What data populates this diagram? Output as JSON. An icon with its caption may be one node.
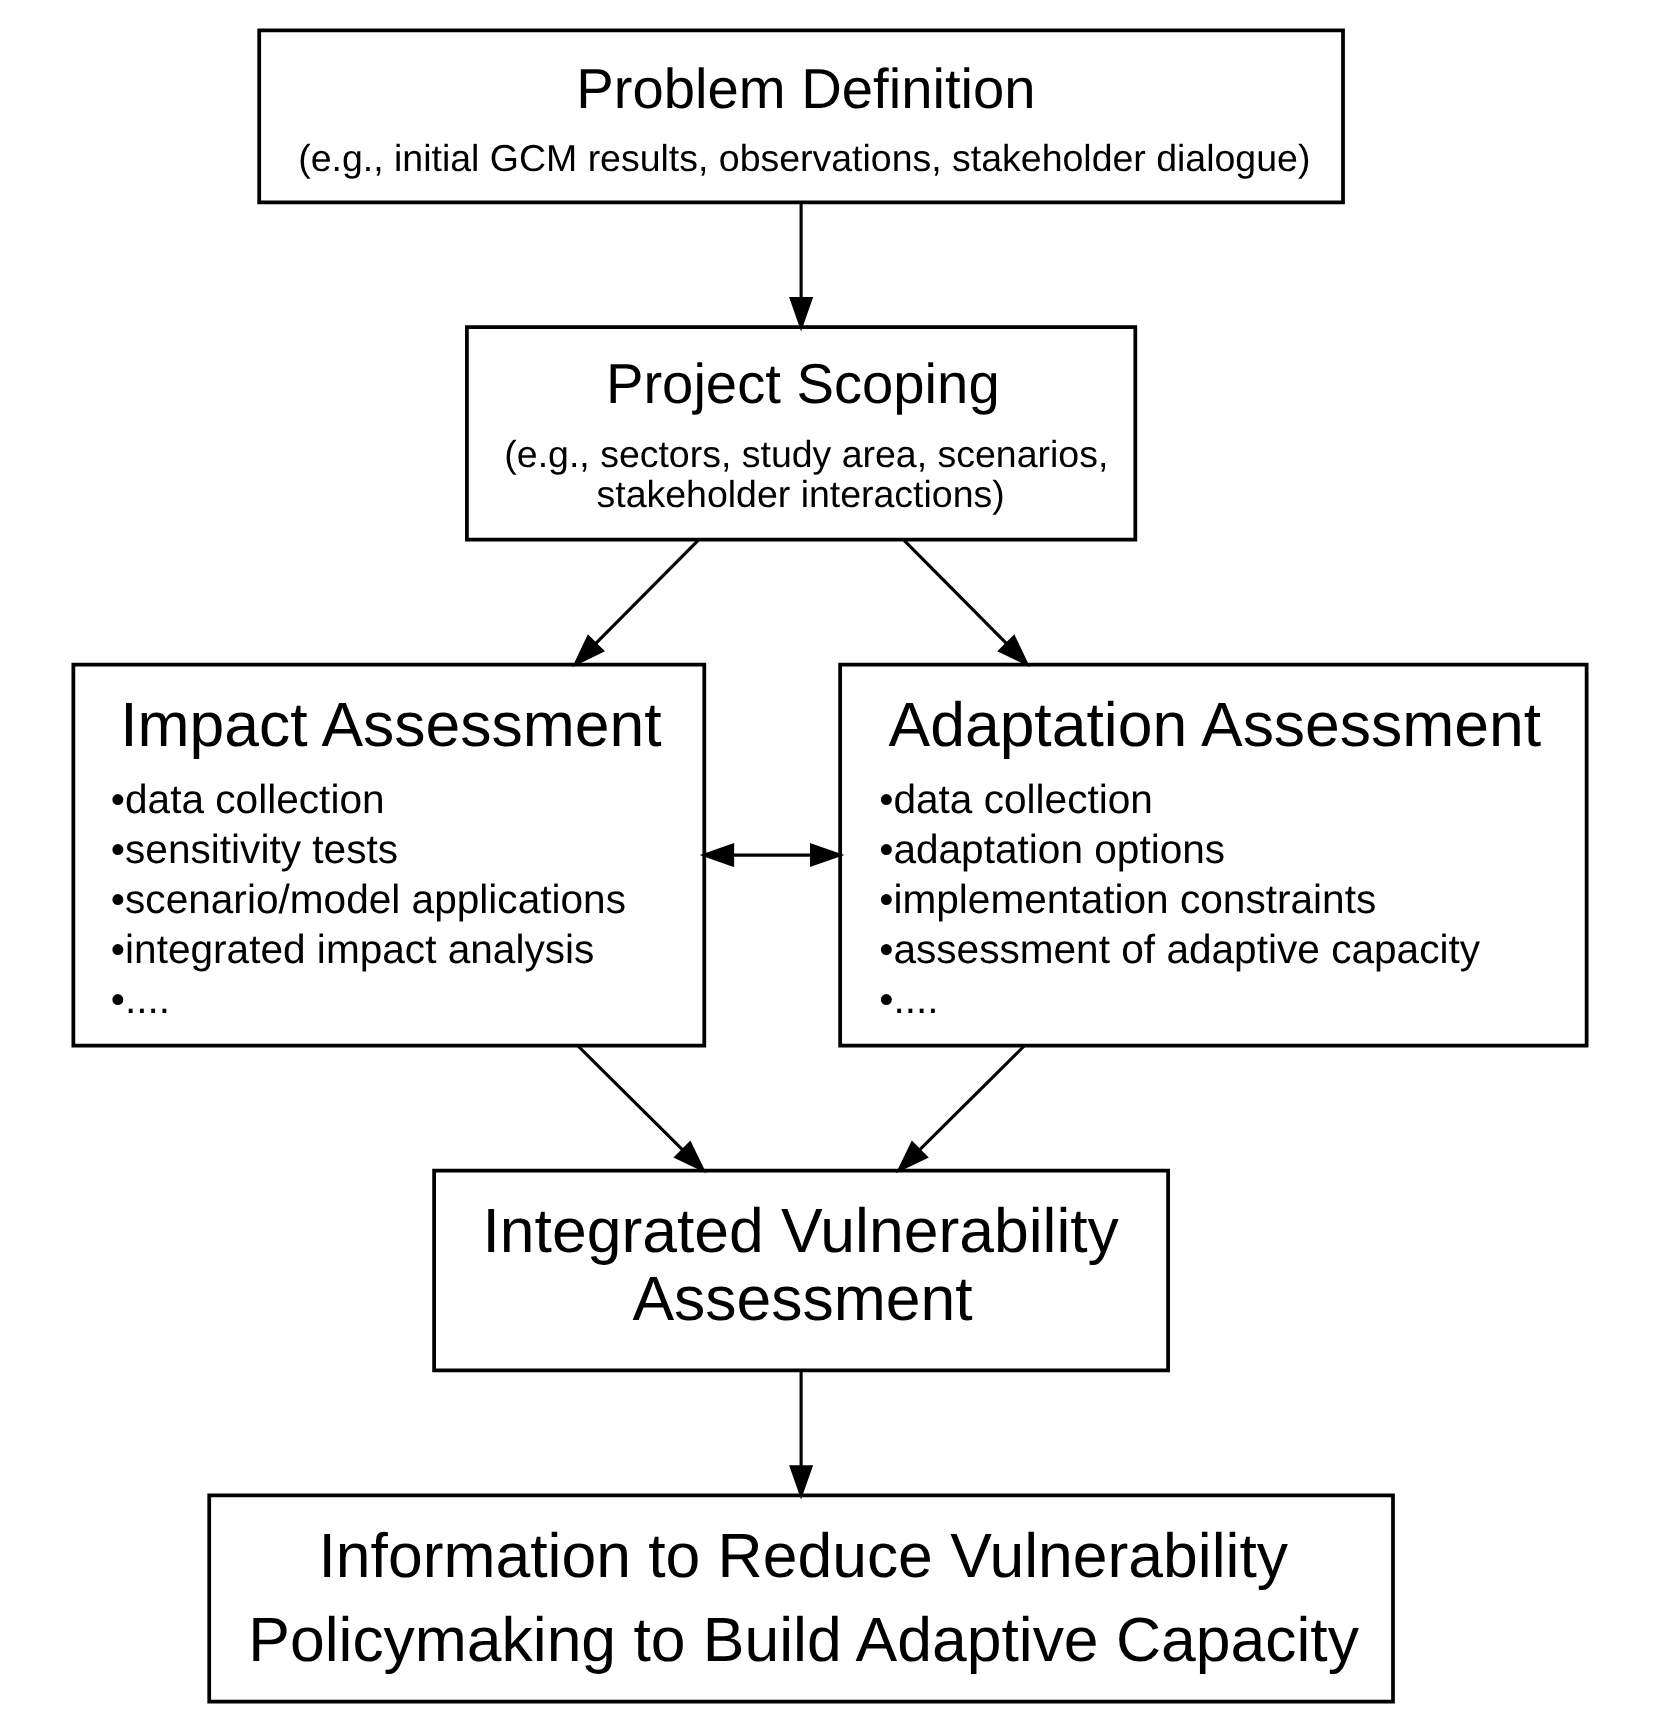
{
  "diagram": {
    "nodes": [
      {
        "text": [
          "Problem Definition",
          "(e.g., initial GCM results, observations, stakeholder dialogue)"
        ]
      },
      {
        "text": [
          "Project Scoping",
          "(e.g., sectors, study area, scenarios, stakeholder interactions)"
        ]
      },
      {
        "text": [
          "Impact Assessment",
          "•data collection",
          "•sensitivity tests",
          "•scenario/model applications",
          "•integrated impact analysis",
          "•...."
        ]
      },
      {
        "text": [
          "Adaptation Assessment",
          "•data collection",
          "•adaptation options",
          "•implementation constraints",
          "•assessment of adaptive capacity",
          "•...."
        ]
      },
      {
        "text": [
          "Integrated Vulnerability Assessment"
        ]
      },
      {
        "text": [
          "Information to Reduce Vulnerability",
          "Policymaking to Build Adaptive Capacity"
        ]
      }
    ],
    "edges": [
      {
        "from": 0,
        "to": 1,
        "arrow": "to"
      },
      {
        "from": 1,
        "to": 2,
        "arrow": "to"
      },
      {
        "from": 1,
        "to": 3,
        "arrow": "to"
      },
      {
        "from": 2,
        "to": 3,
        "arrow": "both"
      },
      {
        "from": 2,
        "to": 4,
        "arrow": "to"
      },
      {
        "from": 3,
        "to": 4,
        "arrow": "to"
      },
      {
        "from": 4,
        "to": 5,
        "arrow": "to"
      }
    ]
  }
}
